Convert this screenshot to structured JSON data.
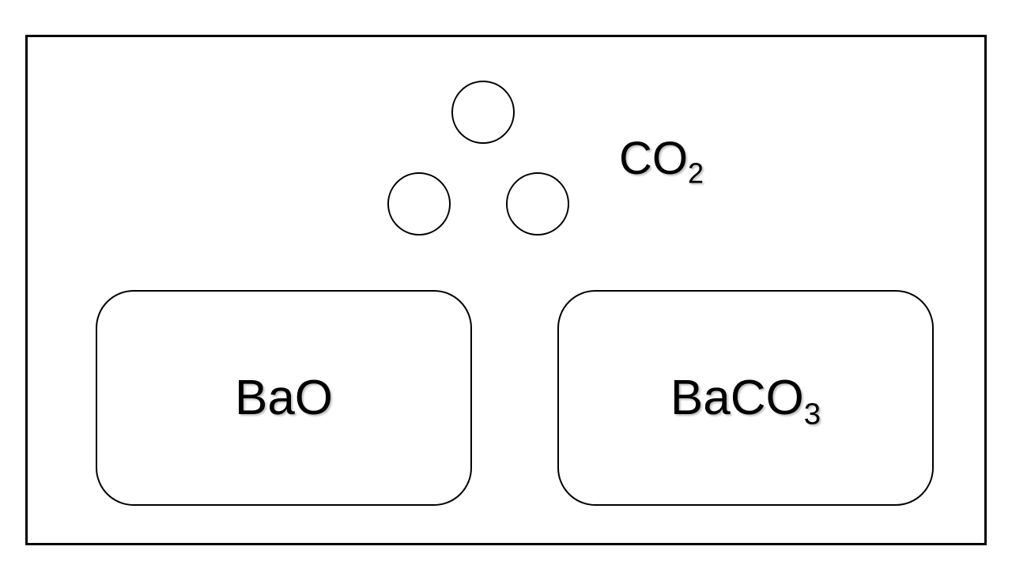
{
  "diagram": {
    "molecule": {
      "formula_main": "CO",
      "formula_sub": "2",
      "circle_count": 3
    },
    "boxes": [
      {
        "formula_main": "BaO",
        "formula_sub": ""
      },
      {
        "formula_main": "BaCO",
        "formula_sub": "3"
      }
    ],
    "colors": {
      "stroke": "#000000",
      "background": "#ffffff"
    }
  }
}
